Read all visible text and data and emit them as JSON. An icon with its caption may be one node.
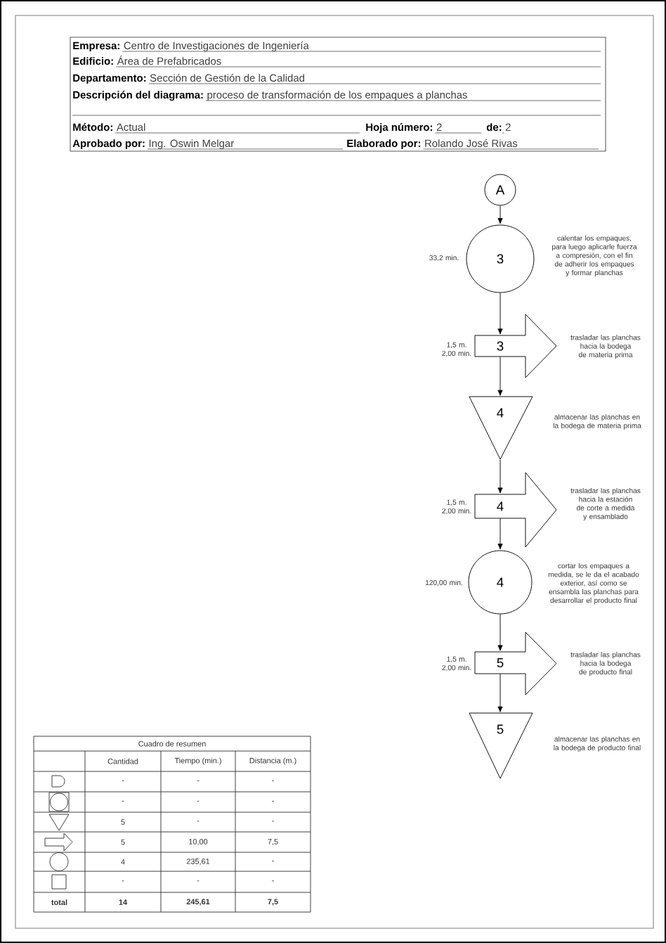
{
  "diagram": {
    "nodes": [
      {
        "text": [
          "A"
        ]
      },
      {
        "text": [
          "3"
        ],
        "beside": [
          "33,2 min.",
          "calentar los empaques, para luego aplicarle fuerza a compresión, con el fin de adherir los empaques y formar planchas"
        ]
      },
      {
        "text": [
          "3"
        ],
        "beside": [
          "1,5 m. 2,00 min.",
          "trasladar las planchas hacia la bodega de materia prima"
        ]
      },
      {
        "text": [
          "4"
        ],
        "beside": [
          "almacenar las planchas en la bodega de materia prima"
        ]
      },
      {
        "text": [
          "4"
        ],
        "beside": [
          "1,5 m. 2,00 min.",
          "trasladar las planchas hacia la estación de corte a medida y ensamblado"
        ]
      },
      {
        "text": [
          "4"
        ],
        "beside": [
          "120,00 min.",
          "cortar los empaques a medida, se le da el acabado exterior, así como se ensambla las planchas para desarrollar el producto final"
        ]
      },
      {
        "text": [
          "5"
        ],
        "beside": [
          "1,5 m. 2,00 min.",
          "trasladar las planchas hacia la bodega de producto final"
        ]
      },
      {
        "text": [
          "5"
        ],
        "beside": [
          "almacenar las planchas en la bodega de producto final"
        ]
      }
    ],
    "edges": [
      {
        "from": 0,
        "to": 1,
        "arrow": "to"
      },
      {
        "from": 1,
        "to": 2,
        "arrow": "to"
      },
      {
        "from": 2,
        "to": 3,
        "arrow": "to"
      },
      {
        "from": 3,
        "to": 4,
        "arrow": "to"
      },
      {
        "from": 4,
        "to": 5,
        "arrow": "to"
      },
      {
        "from": 5,
        "to": 6,
        "arrow": "to"
      },
      {
        "from": 6,
        "to": 7,
        "arrow": "to"
      }
    ],
    "labels": [
      "Empresa:",
      "Centro de Investigaciones de Ingeniería",
      "Edificio:",
      "Área de Prefabricados",
      "Departamento:",
      "Sección de Gestión de la Calidad",
      "Descripción del diagrama:",
      "proceso de transformación de los empaques a planchas",
      "Método:",
      "Actual",
      "Hoja número:",
      "2",
      "de:",
      "2",
      "Aprobado por:",
      "Ing. Oswin Melgar",
      "Elaborado por:",
      "Rolando José Rivas",
      "Cuadro de resumen",
      "Cantidad",
      "Tiempo (min.)",
      "Distancia (m.)",
      "-",
      "-",
      "-",
      "-",
      "-",
      "-",
      "5",
      "-",
      "-",
      "5",
      "10,00",
      "7,5",
      "4",
      "235,61",
      "-",
      "-",
      "-",
      "-",
      "total",
      "14",
      "245,61",
      "7,5"
    ]
  }
}
